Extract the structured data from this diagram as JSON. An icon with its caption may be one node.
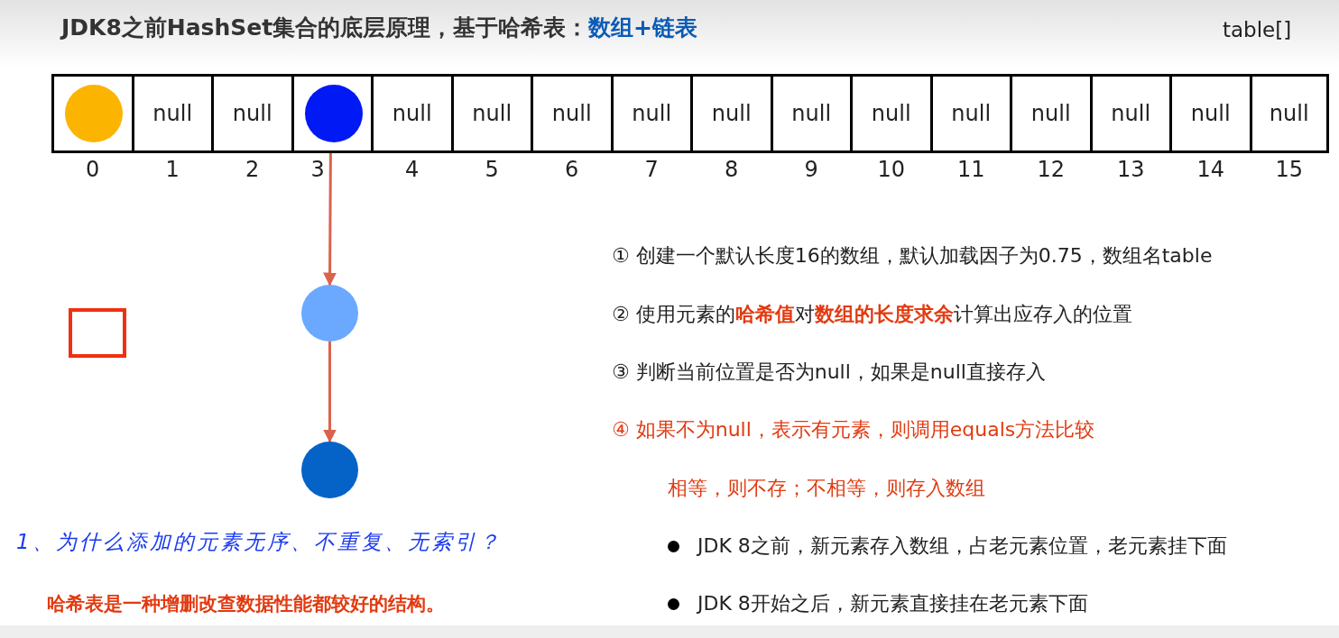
{
  "diagram": {
    "title": "JDK8之前HashSet集合的底层原理，基于哈希表：",
    "nodes": [
      {
        "text": [],
        "shape": "box",
        "beside": [
          "0"
        ]
      },
      {
        "text": [
          "null"
        ],
        "beside": [
          "1"
        ]
      },
      {
        "text": [
          "null"
        ],
        "beside": [
          "2"
        ]
      },
      {
        "text": [],
        "shape": "box",
        "beside": [
          "3"
        ]
      },
      {
        "text": [
          "null"
        ],
        "beside": [
          "4"
        ]
      },
      {
        "text": [
          "null"
        ],
        "beside": [
          "5"
        ]
      },
      {
        "text": [
          "null"
        ],
        "beside": [
          "6"
        ]
      },
      {
        "text": [
          "null"
        ],
        "beside": [
          "7"
        ]
      },
      {
        "text": [
          "null"
        ],
        "beside": [
          "8"
        ]
      },
      {
        "text": [
          "null"
        ],
        "beside": [
          "9"
        ]
      },
      {
        "text": [
          "null"
        ],
        "beside": [
          "10"
        ]
      },
      {
        "text": [
          "null"
        ],
        "beside": [
          "11"
        ]
      },
      {
        "text": [
          "null"
        ],
        "beside": [
          "12"
        ]
      },
      {
        "text": [
          "null"
        ],
        "beside": [
          "13"
        ]
      },
      {
        "text": [
          "null"
        ],
        "beside": [
          "14"
        ]
      },
      {
        "text": [
          "null"
        ],
        "beside": [
          "15"
        ]
      },
      {
        "text": [],
        "shape": "circle",
        "in": 0
      },
      {
        "text": [],
        "shape": "circle",
        "in": 3
      },
      {
        "text": [],
        "shape": "circle"
      },
      {
        "text": [],
        "shape": "box"
      },
      {
        "text": [],
        "shape": "circle"
      }
    ],
    "edges": [
      {
        "from": 17,
        "to": 18,
        "arrow": "to"
      },
      {
        "from": 18,
        "to": 20,
        "arrow": "to"
      }
    ],
    "labels": [
      "数组+链表",
      "table[]",
      "① 创建一个默认长度16的数组，默认加载因子为0.75，数组名table",
      "② 使用元素的**哈希值**对**数组的长度求余**计算出应存入的位置",
      "③ 判断当前位置是否为null，如果是null直接存入",
      "④ 如果不为null，表示有元素，则调用equals方法比较",
      "相等，则不存；不相等，则存入数组",
      "JDK 8之前，新元素存入数组，占老元素位置，老元素挂下面",
      "JDK 8开始之后，新元素直接挂在老元素下面",
      "1、为什么添加的元素无序、不重复、无索引？",
      "哈希表是一种增删改查数据性能都较好的结构。"
    ]
  }
}
